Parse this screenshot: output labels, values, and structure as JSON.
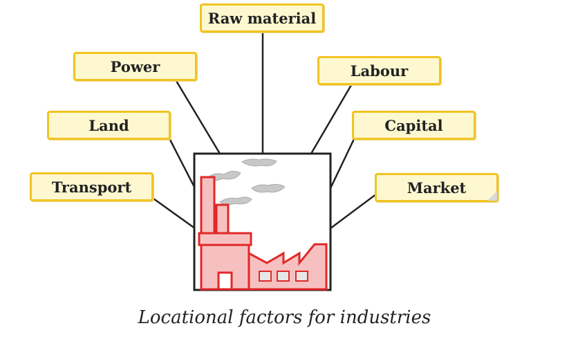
{
  "factors": [
    {
      "id": "raw-material",
      "label": "Raw material"
    },
    {
      "id": "power",
      "label": "Power"
    },
    {
      "id": "labour",
      "label": "Labour"
    },
    {
      "id": "land",
      "label": "Land"
    },
    {
      "id": "capital",
      "label": "Capital"
    },
    {
      "id": "transport",
      "label": "Transport"
    },
    {
      "id": "market",
      "label": "Market"
    }
  ],
  "caption": "Locational factors for industries",
  "colors": {
    "box_fill": "#fdf8d0",
    "box_border": "#f2c321",
    "factory_fill": "#f7c0c0",
    "factory_stroke": "#e02828",
    "smoke": "#c8c8c8",
    "line": "#222222"
  },
  "icons": [
    "factory-icon",
    "smoke-icon"
  ]
}
